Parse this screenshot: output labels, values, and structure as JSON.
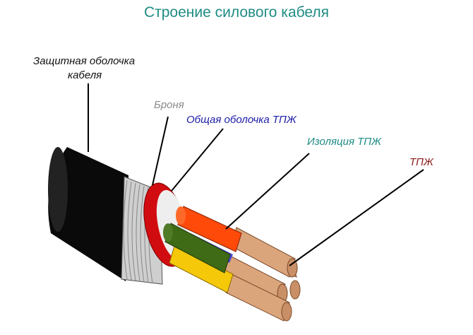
{
  "title": "Строение силового кабеля",
  "labels": {
    "jacket_line1": "Защитная оболочка",
    "jacket_line2": "кабеля",
    "armor": "Броня",
    "common_sheath": "Общая оболочка ТПЖ",
    "insulation": "Изоляция ТПЖ",
    "conductor": "ТПЖ"
  },
  "colors": {
    "title": "#1f8c83",
    "armor": "#8a8a8a",
    "common_sheath": "#1c1ca8",
    "insulation": "#1f8c83",
    "conductor": "#8b1c1c",
    "jacket": "#0a0a0a",
    "red_sheath": "#d10c10",
    "orange": "#ff4a0a",
    "green": "#3f6a16",
    "yellow": "#f5c80a",
    "copper": "#dba57c"
  }
}
